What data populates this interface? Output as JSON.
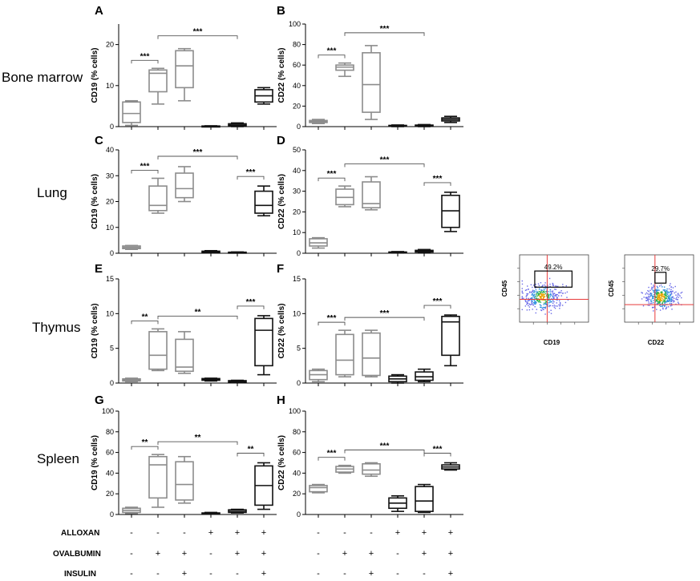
{
  "colors": {
    "gray": "#8c8c8c",
    "black": "#111111",
    "gate_red": "#e83a3a"
  },
  "tissues": [
    "Bone marrow",
    "Lung",
    "Thymus",
    "Spleen"
  ],
  "treatments": {
    "labels": [
      "ALLOXAN",
      "OVALBUMIN",
      "INSULIN"
    ],
    "symbols": [
      [
        "-",
        "-",
        "-",
        "+",
        "+",
        "+"
      ],
      [
        "-",
        "+",
        "+",
        "-",
        "+",
        "+"
      ],
      [
        "-",
        "-",
        "+",
        "-",
        "-",
        "+"
      ]
    ]
  },
  "chart_data": [
    {
      "panel": "A",
      "type": "box",
      "ylabel": "CD19 (% cells)",
      "ylim": [
        0,
        25
      ],
      "yticks": [
        0,
        10,
        20
      ],
      "boxes": [
        {
          "min": 0.3,
          "q1": 1.0,
          "median": 3.2,
          "q3": 6.0,
          "max": 6.3,
          "color": "gray"
        },
        {
          "min": 5.5,
          "q1": 8.5,
          "median": 13.0,
          "q3": 13.8,
          "max": 14.2,
          "color": "gray"
        },
        {
          "min": 6.3,
          "q1": 9.5,
          "median": 14.8,
          "q3": 18.5,
          "max": 19.0,
          "color": "gray"
        },
        {
          "min": 0.0,
          "q1": 0.05,
          "median": 0.1,
          "q3": 0.15,
          "max": 0.2,
          "color": "black"
        },
        {
          "min": 0.0,
          "q1": 0.2,
          "median": 0.4,
          "q3": 0.7,
          "max": 0.9,
          "color": "black"
        },
        {
          "min": 5.5,
          "q1": 6.0,
          "median": 7.5,
          "q3": 9.0,
          "max": 9.5,
          "color": "black"
        }
      ],
      "brackets": [
        {
          "from": 0,
          "to": 1,
          "label": "***"
        },
        {
          "from": 1,
          "to": 4,
          "label": "***"
        }
      ]
    },
    {
      "panel": "B",
      "type": "box",
      "ylabel": "CD22 (% cells)",
      "ylim": [
        0,
        100
      ],
      "yticks": [
        0,
        20,
        40,
        60,
        80,
        100
      ],
      "boxes": [
        {
          "min": 3.0,
          "q1": 4.0,
          "median": 5.0,
          "q3": 6.0,
          "max": 7.0,
          "color": "gray"
        },
        {
          "min": 49.0,
          "q1": 55.0,
          "median": 58.0,
          "q3": 60.0,
          "max": 62.0,
          "color": "gray"
        },
        {
          "min": 7.0,
          "q1": 14.0,
          "median": 41.0,
          "q3": 72.0,
          "max": 79.0,
          "color": "gray"
        },
        {
          "min": 0.0,
          "q1": 0.3,
          "median": 0.8,
          "q3": 1.2,
          "max": 1.6,
          "color": "black"
        },
        {
          "min": 0.0,
          "q1": 0.4,
          "median": 1.0,
          "q3": 1.5,
          "max": 2.0,
          "color": "black"
        },
        {
          "min": 4.0,
          "q1": 5.5,
          "median": 7.0,
          "q3": 8.5,
          "max": 10.0,
          "color": "black"
        }
      ],
      "brackets": [
        {
          "from": 0,
          "to": 1,
          "label": "***"
        },
        {
          "from": 1,
          "to": 4,
          "label": "***"
        }
      ]
    },
    {
      "panel": "C",
      "type": "box",
      "ylabel": "CD19 (% cells)",
      "ylim": [
        0,
        40
      ],
      "yticks": [
        0,
        10,
        20,
        30,
        40
      ],
      "boxes": [
        {
          "min": 1.5,
          "q1": 1.8,
          "median": 2.3,
          "q3": 2.8,
          "max": 3.0,
          "color": "gray"
        },
        {
          "min": 15.5,
          "q1": 16.5,
          "median": 18.5,
          "q3": 26.0,
          "max": 29.0,
          "color": "gray"
        },
        {
          "min": 20.0,
          "q1": 21.5,
          "median": 25.0,
          "q3": 31.0,
          "max": 33.5,
          "color": "gray"
        },
        {
          "min": 0.2,
          "q1": 0.4,
          "median": 0.6,
          "q3": 0.8,
          "max": 1.0,
          "color": "black"
        },
        {
          "min": 0.1,
          "q1": 0.2,
          "median": 0.3,
          "q3": 0.4,
          "max": 0.5,
          "color": "black"
        },
        {
          "min": 14.5,
          "q1": 15.5,
          "median": 18.5,
          "q3": 24.0,
          "max": 26.0,
          "color": "black"
        }
      ],
      "brackets": [
        {
          "from": 0,
          "to": 1,
          "label": "***"
        },
        {
          "from": 1,
          "to": 4,
          "label": "***"
        },
        {
          "from": 4,
          "to": 5,
          "label": "***"
        }
      ]
    },
    {
      "panel": "D",
      "type": "box",
      "ylabel": "CD22 (% cells)",
      "ylim": [
        0,
        50
      ],
      "yticks": [
        0,
        10,
        20,
        30,
        40,
        50
      ],
      "boxes": [
        {
          "min": 2.5,
          "q1": 3.5,
          "median": 5.0,
          "q3": 7.0,
          "max": 7.5,
          "color": "gray"
        },
        {
          "min": 22.5,
          "q1": 23.5,
          "median": 27.0,
          "q3": 31.0,
          "max": 32.5,
          "color": "gray"
        },
        {
          "min": 21.0,
          "q1": 22.0,
          "median": 24.0,
          "q3": 34.5,
          "max": 37.0,
          "color": "gray"
        },
        {
          "min": 0.1,
          "q1": 0.2,
          "median": 0.4,
          "q3": 0.6,
          "max": 0.8,
          "color": "black"
        },
        {
          "min": 0.3,
          "q1": 0.6,
          "median": 1.0,
          "q3": 1.4,
          "max": 1.8,
          "color": "black"
        },
        {
          "min": 10.5,
          "q1": 12.5,
          "median": 20.5,
          "q3": 28.0,
          "max": 29.5,
          "color": "black"
        }
      ],
      "brackets": [
        {
          "from": 0,
          "to": 1,
          "label": "***"
        },
        {
          "from": 1,
          "to": 4,
          "label": "***"
        },
        {
          "from": 4,
          "to": 5,
          "label": "***"
        }
      ]
    },
    {
      "panel": "E",
      "type": "box",
      "ylabel": "CD19 (% cells)",
      "ylim": [
        0,
        15
      ],
      "yticks": [
        0,
        5,
        10,
        15
      ],
      "boxes": [
        {
          "min": 0.2,
          "q1": 0.3,
          "median": 0.45,
          "q3": 0.6,
          "max": 0.7,
          "color": "gray"
        },
        {
          "min": 1.8,
          "q1": 2.0,
          "median": 4.0,
          "q3": 7.4,
          "max": 7.8,
          "color": "gray"
        },
        {
          "min": 1.4,
          "q1": 1.7,
          "median": 2.3,
          "q3": 6.3,
          "max": 7.4,
          "color": "gray"
        },
        {
          "min": 0.3,
          "q1": 0.4,
          "median": 0.5,
          "q3": 0.65,
          "max": 0.7,
          "color": "black"
        },
        {
          "min": 0.1,
          "q1": 0.15,
          "median": 0.25,
          "q3": 0.35,
          "max": 0.4,
          "color": "black"
        },
        {
          "min": 1.2,
          "q1": 2.5,
          "median": 7.6,
          "q3": 9.3,
          "max": 9.7,
          "color": "black"
        }
      ],
      "brackets": [
        {
          "from": 0,
          "to": 1,
          "label": "**"
        },
        {
          "from": 1,
          "to": 4,
          "label": "**"
        },
        {
          "from": 4,
          "to": 5,
          "label": "***"
        }
      ]
    },
    {
      "panel": "F",
      "type": "box",
      "ylabel": "CD22 (% cells)",
      "ylim": [
        0,
        15
      ],
      "yticks": [
        0,
        5,
        10,
        15
      ],
      "boxes": [
        {
          "min": 0.2,
          "q1": 0.5,
          "median": 1.2,
          "q3": 1.8,
          "max": 2.0,
          "color": "gray"
        },
        {
          "min": 0.9,
          "q1": 1.2,
          "median": 3.3,
          "q3": 7.0,
          "max": 7.6,
          "color": "gray"
        },
        {
          "min": 0.9,
          "q1": 1.1,
          "median": 3.6,
          "q3": 7.2,
          "max": 7.6,
          "color": "gray"
        },
        {
          "min": 0.0,
          "q1": 0.2,
          "median": 0.6,
          "q3": 1.0,
          "max": 1.2,
          "color": "black"
        },
        {
          "min": 0.2,
          "q1": 0.4,
          "median": 0.9,
          "q3": 1.6,
          "max": 2.0,
          "color": "black"
        },
        {
          "min": 2.5,
          "q1": 4.0,
          "median": 8.8,
          "q3": 9.6,
          "max": 9.8,
          "color": "black"
        }
      ],
      "brackets": [
        {
          "from": 0,
          "to": 1,
          "label": "***"
        },
        {
          "from": 1,
          "to": 4,
          "label": "***"
        },
        {
          "from": 4,
          "to": 5,
          "label": "***"
        }
      ]
    },
    {
      "panel": "G",
      "type": "box",
      "ylabel": "CD19 (% cells)",
      "ylim": [
        0,
        100
      ],
      "yticks": [
        0,
        20,
        40,
        60,
        80,
        100
      ],
      "boxes": [
        {
          "min": 1.0,
          "q1": 2.0,
          "median": 4.0,
          "q3": 6.0,
          "max": 7.0,
          "color": "gray"
        },
        {
          "min": 7.0,
          "q1": 16.0,
          "median": 48.0,
          "q3": 56.0,
          "max": 58.0,
          "color": "gray"
        },
        {
          "min": 11.0,
          "q1": 14.0,
          "median": 29.0,
          "q3": 51.0,
          "max": 56.0,
          "color": "gray"
        },
        {
          "min": 0.3,
          "q1": 0.6,
          "median": 1.0,
          "q3": 1.5,
          "max": 2.0,
          "color": "black"
        },
        {
          "min": 1.5,
          "q1": 2.0,
          "median": 3.0,
          "q3": 4.5,
          "max": 5.0,
          "color": "black"
        },
        {
          "min": 5.0,
          "q1": 9.0,
          "median": 28.0,
          "q3": 47.0,
          "max": 50.0,
          "color": "black"
        }
      ],
      "brackets": [
        {
          "from": 0,
          "to": 1,
          "label": "**"
        },
        {
          "from": 1,
          "to": 4,
          "label": "**"
        },
        {
          "from": 4,
          "to": 5,
          "label": "**"
        }
      ]
    },
    {
      "panel": "H",
      "type": "box",
      "ylabel": "CD22 (% cells)",
      "ylim": [
        0,
        100
      ],
      "yticks": [
        0,
        20,
        40,
        60,
        80,
        100
      ],
      "boxes": [
        {
          "min": 21.0,
          "q1": 22.0,
          "median": 26.0,
          "q3": 28.0,
          "max": 29.0,
          "color": "gray"
        },
        {
          "min": 40.0,
          "q1": 41.0,
          "median": 44.0,
          "q3": 46.5,
          "max": 47.5,
          "color": "gray"
        },
        {
          "min": 37.0,
          "q1": 39.0,
          "median": 43.0,
          "q3": 49.0,
          "max": 50.0,
          "color": "gray"
        },
        {
          "min": 3.0,
          "q1": 6.0,
          "median": 11.0,
          "q3": 16.0,
          "max": 18.0,
          "color": "black"
        },
        {
          "min": 2.0,
          "q1": 3.0,
          "median": 13.0,
          "q3": 27.0,
          "max": 29.0,
          "color": "black"
        },
        {
          "min": 43.0,
          "q1": 44.0,
          "median": 46.0,
          "q3": 48.0,
          "max": 50.0,
          "color": "black"
        }
      ],
      "brackets": [
        {
          "from": 0,
          "to": 1,
          "label": "***"
        },
        {
          "from": 1,
          "to": 4,
          "label": "***"
        },
        {
          "from": 4,
          "to": 5,
          "label": "***"
        }
      ]
    }
  ],
  "flow_plots": [
    {
      "xlabel": "CD19",
      "ylabel": "CD45",
      "gate_label": "49.2%",
      "gate": [
        0.22,
        0.52,
        0.76,
        0.76
      ]
    },
    {
      "xlabel": "CD22",
      "ylabel": "CD45",
      "gate_label": "29.7%",
      "gate": [
        0.44,
        0.58,
        0.6,
        0.74
      ]
    }
  ]
}
